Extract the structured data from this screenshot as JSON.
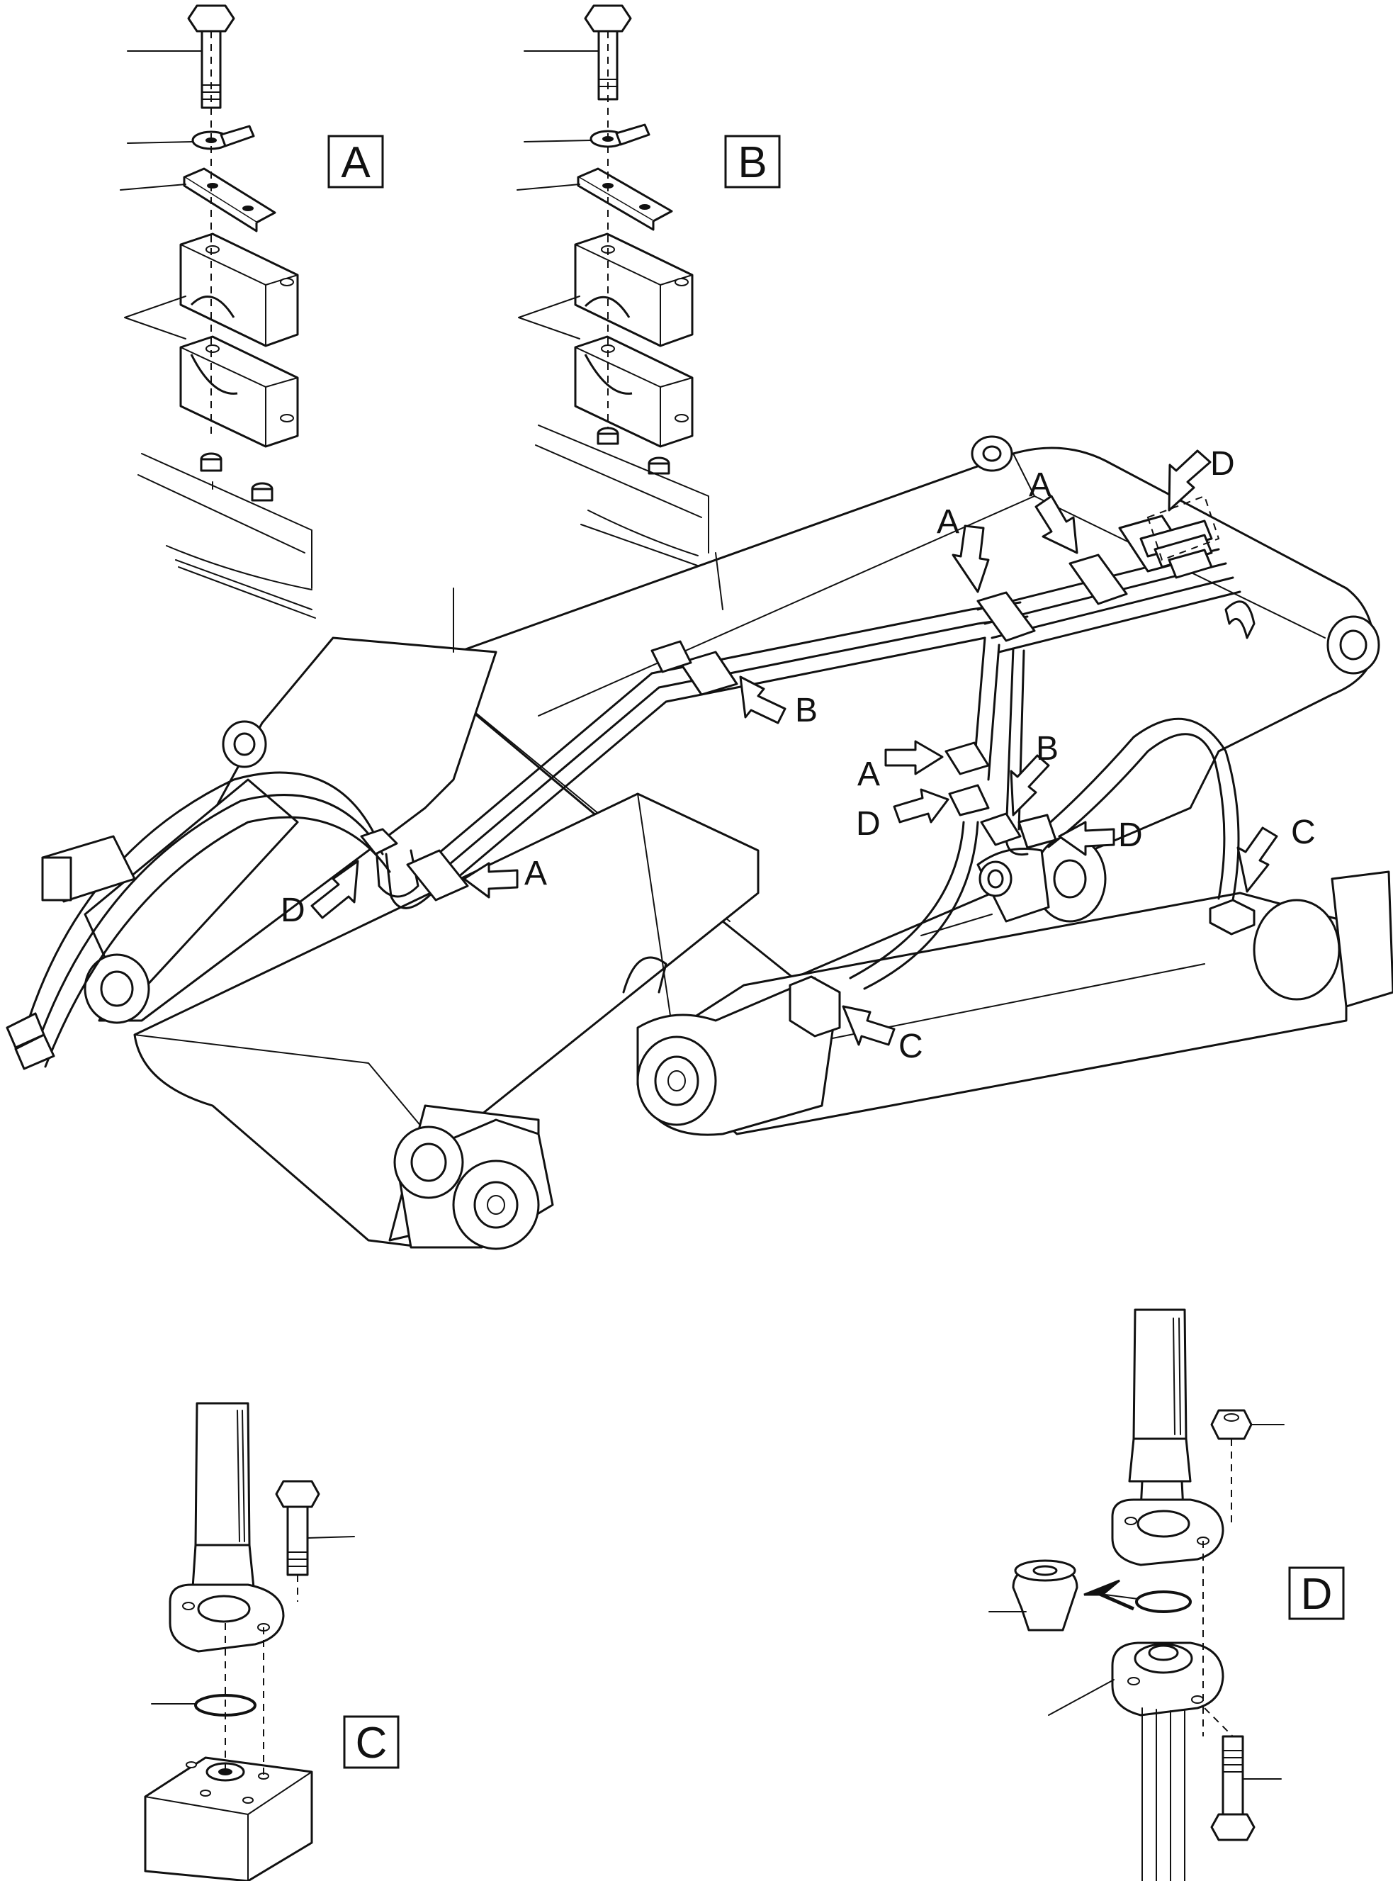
{
  "detail_boxes": {
    "A": "A",
    "B": "B",
    "C": "C",
    "D": "D"
  },
  "callouts": {
    "a_left_hose": "A",
    "a_center_upper": "A",
    "a_center_top": "A",
    "a_right_stack": "A",
    "b_center": "B",
    "b_right": "B",
    "c_right": "C",
    "c_bottom": "C",
    "d_top_right": "D",
    "d_left": "D",
    "d_right_stack": "D",
    "d_right_hose": "D"
  }
}
